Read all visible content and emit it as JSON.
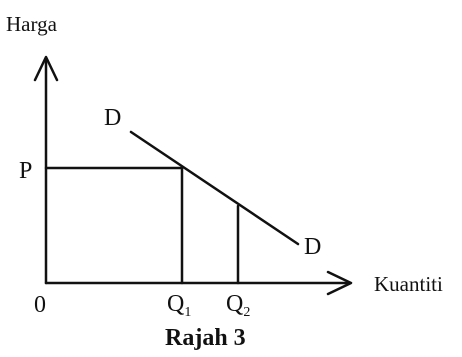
{
  "diagram": {
    "y_axis_label": "Harga",
    "x_axis_label": "Kuantiti",
    "origin_label": "0",
    "price_label": "P",
    "curve_label_top": "D",
    "curve_label_bottom": "D",
    "q1_label": "Q",
    "q1_sub": "1",
    "q2_label": "Q",
    "q2_sub": "2",
    "caption": "Rajah 3",
    "line_color": "#111111"
  }
}
